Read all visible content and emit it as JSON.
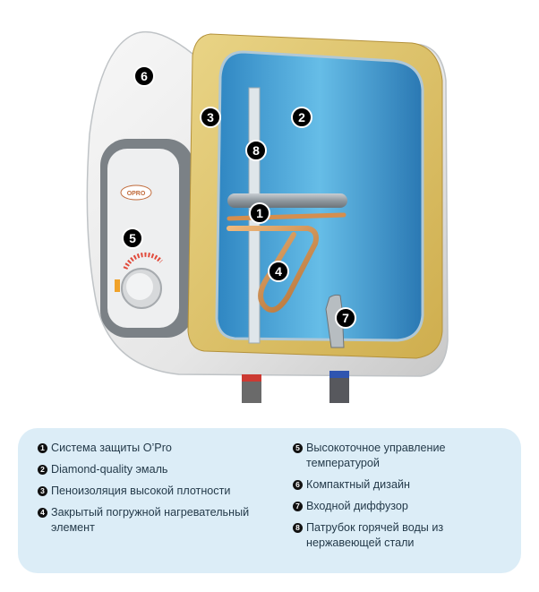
{
  "illustration": {
    "brand_logo_text": "OPRO",
    "badges": [
      {
        "num": "1",
        "name": "badge-1"
      },
      {
        "num": "2",
        "name": "badge-2"
      },
      {
        "num": "3",
        "name": "badge-3"
      },
      {
        "num": "4",
        "name": "badge-4"
      },
      {
        "num": "5",
        "name": "badge-5"
      },
      {
        "num": "6",
        "name": "badge-6"
      },
      {
        "num": "7",
        "name": "badge-7"
      },
      {
        "num": "8",
        "name": "badge-8"
      }
    ],
    "colors": {
      "shell": "#e8e9ea",
      "insulation": "#dcc26a",
      "tank": "#5fb6e2",
      "element": "#c98a52",
      "legend_background": "#dcedf7"
    }
  },
  "legend": {
    "left": [
      {
        "num": "1",
        "text": "Система защиты O’Pro"
      },
      {
        "num": "2",
        "text": "Diamond-quality эмаль"
      },
      {
        "num": "3",
        "text": "Пеноизоляция высокой плотности"
      },
      {
        "num": "4",
        "text": "Закрытый погружной нагревательный элемент"
      }
    ],
    "right": [
      {
        "num": "5",
        "text": "Высокоточное управление температурой"
      },
      {
        "num": "6",
        "text": "Компактный дизайн"
      },
      {
        "num": "7",
        "text": "Входной диффузор"
      },
      {
        "num": "8",
        "text": "Патрубок горячей воды из нержавеющей стали"
      }
    ]
  }
}
